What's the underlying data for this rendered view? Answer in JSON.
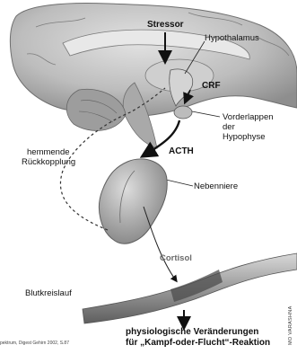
{
  "labels": {
    "stressor": "Stressor",
    "hypothalamus": "Hypothalamus",
    "crf": "CRF",
    "vorderlappen_1": "Vorderlappen",
    "vorderlappen_2": "der",
    "vorderlappen_3": "Hypophyse",
    "hemmende_1": "hemmende",
    "hemmende_2": "Rückkopplung",
    "acth": "ACTH",
    "nebenniere": "Nebenniere",
    "cortisol": "Cortisol",
    "blutkreislauf": "Blutkreislauf",
    "result_1": "physiologische Veränderungen",
    "result_2": "für „Kampf-oder-Flucht“-Reaktion"
  },
  "credits": {
    "source": "pektrum, Digest Gehirn 2002, S.87",
    "artist": "MO VARASHNA"
  },
  "colors": {
    "background": "#ffffff",
    "brain": "#b9b9b9",
    "arrow": "#111111",
    "gland": "#a8a8a8",
    "vessel": "#8f8f8f"
  }
}
